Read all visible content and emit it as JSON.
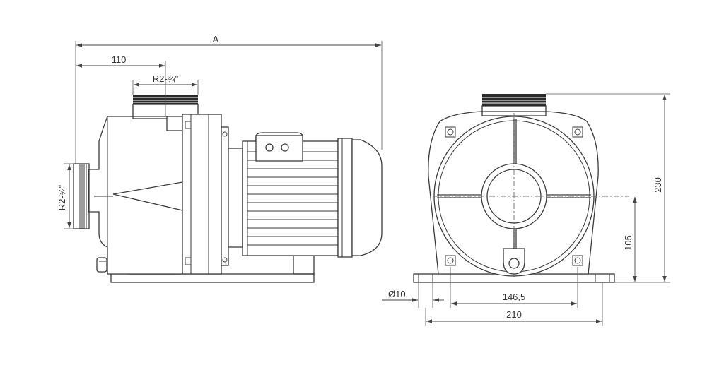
{
  "dimensions": {
    "overall_length": "A",
    "inlet_offset": "110",
    "outlet_thread": "R2-¾\"",
    "inlet_thread": "R2-¾\"",
    "total_height": "230",
    "axis_height": "105",
    "hole_diameter": "Ø10",
    "hole_spacing": "146,5",
    "base_width": "210"
  },
  "colors": {
    "line": "#3a3a3a",
    "thread": "#2a2a2a",
    "background": "#ffffff"
  }
}
